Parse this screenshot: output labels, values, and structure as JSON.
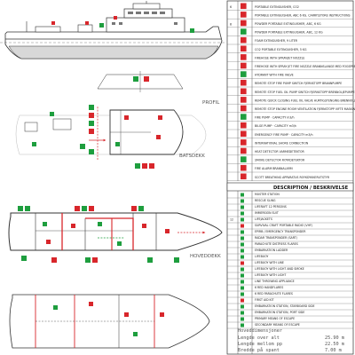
{
  "views": {
    "profile_label": "PROFIL",
    "deck_upper_label": "BATSDEKK",
    "deck_main_label": "HOVEDDEKK"
  },
  "legend_top": {
    "items": [
      {
        "num": "6",
        "text": "PORTABLE EXTINGUISHER, CO2"
      },
      {
        "num": "",
        "text": "PORTABLE EXTINGUISHER, ABC 6 KG. CARRY/STORE INSTRUCTIONS"
      },
      {
        "num": "8",
        "text": "POWDER PORTABLE EXTINGUISHER, ABC, 6 KG"
      },
      {
        "num": "",
        "text": "POWDER PORTABLE EXTINGUISHER, ABC, 12 KG"
      },
      {
        "num": "",
        "text": "FOAM EXTINGUISHER, 9 LITER"
      },
      {
        "num": "",
        "text": "CO2 PORTABLE EXTINGUISHER, 5 KG"
      },
      {
        "num": "",
        "text": "FIREHOSE WITH SPRAY/JET NOZZLE"
      },
      {
        "num": "",
        "text": "FIREHOSE WITH SPRAY JET FIRE NOZZLE BRANNSLANGE MED FOGSPREDER"
      },
      {
        "num": "",
        "text": "HYDRANT WITH FIRE VALVE"
      },
      {
        "num": "",
        "text": "REMOTE STOP FIRE PUMP SWITCH FJERNSTOPP BRANNPUMPE"
      },
      {
        "num": "",
        "text": "REMOTE STOP FUEL OIL PUMP SWITCH FJERNSTOPP BRENNOLJEPUMPE"
      },
      {
        "num": "",
        "text": "REMOTE QUICK CLOSING FUEL OIL VALVE HURTIGSTENGING BRENNOLJEVENTIL"
      },
      {
        "num": "",
        "text": "REMOTE STOP ENGINE ROOM VENTILATION FJERNSTOPP VIFTE MASKINROM"
      },
      {
        "num": "",
        "text": "FIRE PUMP · CAPACITY m3/h"
      },
      {
        "num": "",
        "text": "BILGE PUMP · CAPACITY m3/h"
      },
      {
        "num": "",
        "text": "EMERGENCY FIRE PUMP · CAPACITY m3/h"
      },
      {
        "num": "",
        "text": "INTERNATIONAL SHORE CONNECTION"
      },
      {
        "num": "",
        "text": "HEAT DETECTOR VARMEDETEKTOR"
      },
      {
        "num": "",
        "text": "SMOKE DETECTOR ROYKDETEKTOR"
      },
      {
        "num": "",
        "text": "FIRE ALARM BRANNALARM"
      },
      {
        "num": "",
        "text": "SCOTT BREATHING APPARATUS ROYKDYKKERUTSTYR"
      }
    ]
  },
  "legend_bottom": {
    "header": "DESCRIPTION / BESKRIVELSE",
    "items": [
      {
        "num": "",
        "text": "MUSTER STATION"
      },
      {
        "num": "",
        "text": "RESCUE SLING"
      },
      {
        "num": "",
        "text": "LIFERAFT 12 PERSONS"
      },
      {
        "num": "",
        "text": "IMMERSION SUIT"
      },
      {
        "num": "12",
        "text": "LIFEJACKETS"
      },
      {
        "num": "",
        "text": "SURVIVAL CRAFT PORTABLE RADIO (VHF)"
      },
      {
        "num": "",
        "text": "EPIRB / EMERGENCY TRANSPONDER"
      },
      {
        "num": "",
        "text": "RADAR TRANSPONDER (SART)"
      },
      {
        "num": "",
        "text": "PARACHUTE DISTRESS FLARES"
      },
      {
        "num": "",
        "text": "EMBARKATION LADDER"
      },
      {
        "num": "",
        "text": "LIFEBUOY"
      },
      {
        "num": "",
        "text": "LIFEBUOY WITH LINE"
      },
      {
        "num": "",
        "text": "LIFEBUOY WITH LIGHT AND SMOKE"
      },
      {
        "num": "",
        "text": "LIFEBUOY WITH LIGHT"
      },
      {
        "num": "",
        "text": "LINE THROWING APPLIANCE"
      },
      {
        "num": "",
        "text": "6 RED HANDFLARES"
      },
      {
        "num": "",
        "text": "6 RED PARACHUTE FLARES"
      },
      {
        "num": "",
        "text": "FIRST AID KIT"
      },
      {
        "num": "",
        "text": "EMBARKATION STATION, STARBOARD SIDE"
      },
      {
        "num": "",
        "text": "EMBARKATION STATION, PORT SIDE"
      },
      {
        "num": "",
        "text": "PRIMARY MEANS OF ESCAPE"
      },
      {
        "num": "",
        "text": "SECONDARY MEANS OF ESCAPE"
      }
    ]
  },
  "dimensions": {
    "title": "Hoveddimensjoner",
    "rows": [
      {
        "label": "Lengde over alt",
        "value": "25.90 m"
      },
      {
        "label": "Lengde mellom pp",
        "value": "22.50 m"
      },
      {
        "label": "Bredde på spant",
        "value": "7.00 m"
      }
    ]
  },
  "colors": {
    "safety_green": "#1e9e3e",
    "fire_red": "#d8262b",
    "outline": "#333333",
    "grey": "#8a8a8a"
  }
}
